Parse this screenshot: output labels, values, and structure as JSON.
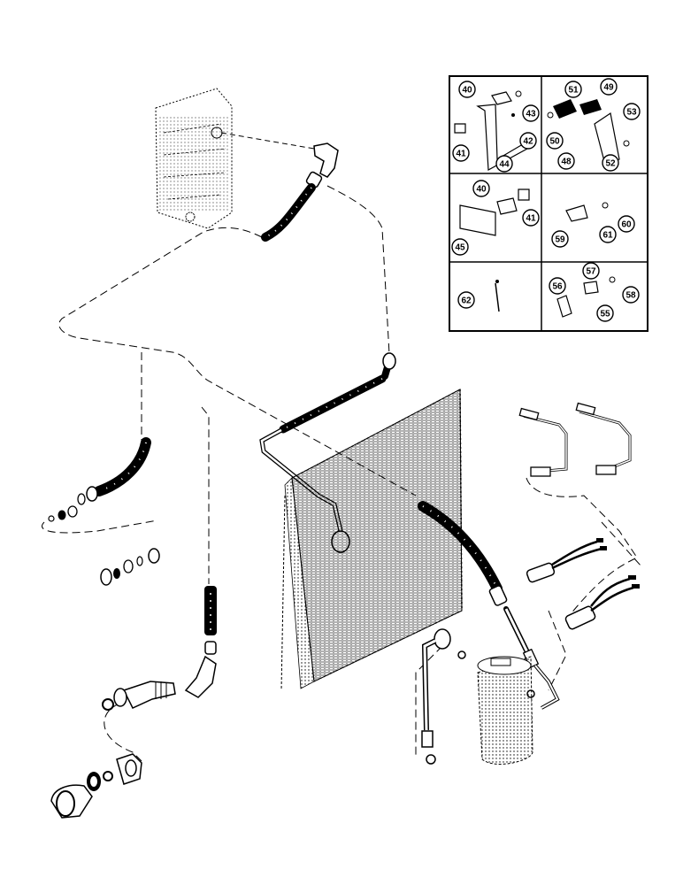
{
  "diagram": {
    "type": "exploded-parts-diagram",
    "line_color": "#000000",
    "background": "#ffffff",
    "inset_callouts": {
      "top_left": [
        "40",
        "41",
        "42",
        "43",
        "44"
      ],
      "top_right": [
        "48",
        "49",
        "50",
        "51",
        "52",
        "53"
      ],
      "middle_left": [
        "40",
        "41",
        "45"
      ],
      "middle_right": [
        "59",
        "60",
        "61"
      ],
      "bottom_left": [
        "62"
      ],
      "bottom_right": [
        "55",
        "56",
        "57",
        "58"
      ]
    },
    "components": [
      "compressor",
      "condenser",
      "receiver-drier",
      "discharge-hose",
      "suction-hose",
      "liquid-line",
      "pressure-switch",
      "temperature-sensor"
    ]
  }
}
